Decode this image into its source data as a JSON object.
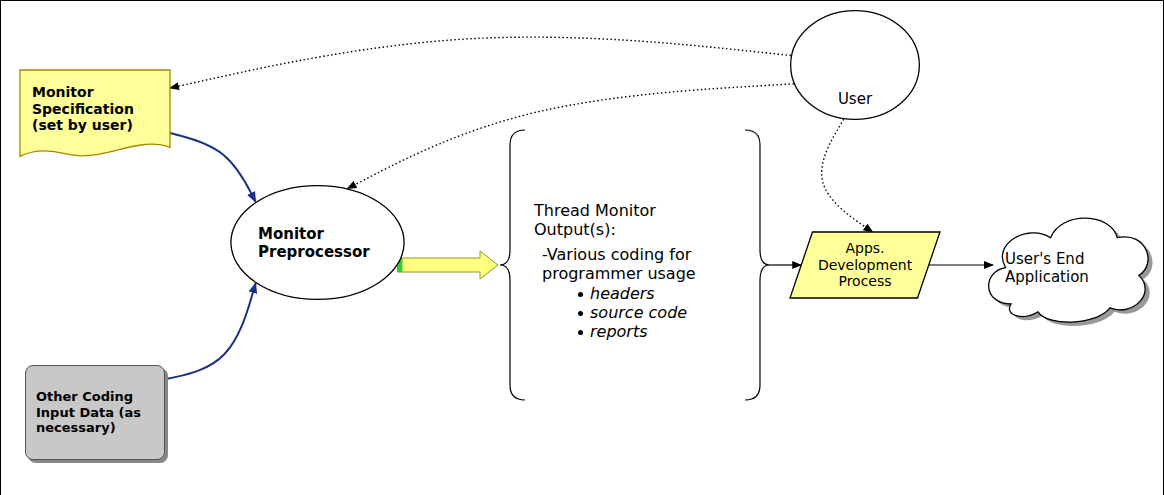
{
  "diagram": {
    "nodes": [
      {
        "text": [
          "Monitor Specification (set by user)"
        ]
      },
      {
        "text": [
          "Monitor Preprocessor"
        ]
      },
      {
        "text": [
          "Other Coding Input Data (as necessary)"
        ]
      },
      {
        "text": [
          "Thread Monitor Output(s):",
          "-Various coding for programmer usage",
          "headers",
          "source code",
          "reports"
        ]
      },
      {
        "text": [
          "User"
        ]
      },
      {
        "text": [
          "Apps. Development Process"
        ]
      },
      {
        "text": [
          "User's End Application"
        ]
      }
    ],
    "edges": [
      {
        "from": 0,
        "to": 1,
        "arrow": "to"
      },
      {
        "from": 2,
        "to": 1,
        "arrow": "to"
      },
      {
        "from": 1,
        "to": 3,
        "arrow": "to"
      },
      {
        "from": 3,
        "to": 5,
        "arrow": "to"
      },
      {
        "from": 5,
        "to": 6,
        "arrow": "to"
      },
      {
        "from": 4,
        "to": 0,
        "arrow": "to"
      },
      {
        "from": 4,
        "to": 1,
        "arrow": "to"
      },
      {
        "from": 4,
        "to": 5,
        "arrow": "to"
      }
    ]
  }
}
